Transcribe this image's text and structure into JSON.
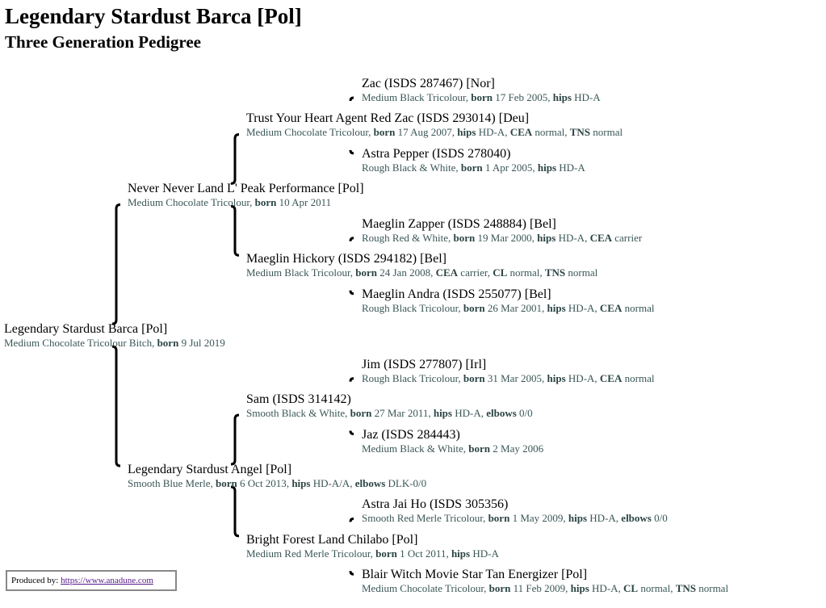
{
  "title": "Legendary Stardust Barca [Pol]",
  "subtitle": "Three Generation Pedigree",
  "dogs": [
    {
      "gen": 3,
      "name": "Zac (ISDS 287467) [Nor]",
      "colour": "Medium Black Tricolour",
      "facts": [
        [
          "born",
          "17 Feb 2005"
        ],
        [
          "hips",
          "HD-A"
        ]
      ]
    },
    {
      "gen": 2,
      "name": "Trust Your Heart Agent Red Zac (ISDS 293014) [Deu]",
      "colour": "Medium Chocolate Tricolour",
      "facts": [
        [
          "born",
          "17 Aug 2007"
        ],
        [
          "hips",
          "HD-A"
        ],
        [
          "CEA",
          "normal"
        ],
        [
          "TNS",
          "normal"
        ]
      ]
    },
    {
      "gen": 3,
      "name": "Astra Pepper (ISDS 278040)",
      "colour": "Rough Black & White",
      "facts": [
        [
          "born",
          "1 Apr 2005"
        ],
        [
          "hips",
          "HD-A"
        ]
      ]
    },
    {
      "gen": 1,
      "name": "Never Never Land L' Peak Performance [Pol]",
      "colour": "Medium Chocolate Tricolour",
      "facts": [
        [
          "born",
          "10 Apr 2011"
        ]
      ]
    },
    {
      "gen": 3,
      "name": "Maeglin Zapper (ISDS 248884) [Bel]",
      "colour": "Rough Red & White",
      "facts": [
        [
          "born",
          "19 Mar 2000"
        ],
        [
          "hips",
          "HD-A"
        ],
        [
          "CEA",
          "carrier"
        ]
      ]
    },
    {
      "gen": 2,
      "name": "Maeglin Hickory (ISDS 294182) [Bel]",
      "colour": "Medium Black Tricolour",
      "facts": [
        [
          "born",
          "24 Jan 2008"
        ],
        [
          "CEA",
          "carrier"
        ],
        [
          "CL",
          "normal"
        ],
        [
          "TNS",
          "normal"
        ]
      ]
    },
    {
      "gen": 3,
      "name": "Maeglin Andra (ISDS 255077) [Bel]",
      "colour": "Rough Black Tricolour",
      "facts": [
        [
          "born",
          "26 Mar 2001"
        ],
        [
          "hips",
          "HD-A"
        ],
        [
          "CEA",
          "normal"
        ]
      ]
    },
    {
      "gen": 0,
      "name": "Legendary Stardust Barca [Pol]",
      "colour": "Medium Chocolate Tricolour Bitch",
      "facts": [
        [
          "born",
          "9 Jul 2019"
        ]
      ]
    },
    {
      "gen": 3,
      "name": "Jim (ISDS 277807) [Irl]",
      "colour": "Rough Black Tricolour",
      "facts": [
        [
          "born",
          "31 Mar 2005"
        ],
        [
          "hips",
          "HD-A"
        ],
        [
          "CEA",
          "normal"
        ]
      ]
    },
    {
      "gen": 2,
      "name": "Sam (ISDS 314142)",
      "colour": "Smooth Black & White",
      "facts": [
        [
          "born",
          "27 Mar 2011"
        ],
        [
          "hips",
          "HD-A"
        ],
        [
          "elbows",
          "0/0"
        ]
      ]
    },
    {
      "gen": 3,
      "name": "Jaz (ISDS 284443)",
      "colour": "Medium Black & White",
      "facts": [
        [
          "born",
          "2 May 2006"
        ]
      ]
    },
    {
      "gen": 1,
      "name": "Legendary Stardust Angel [Pol]",
      "colour": "Smooth Blue Merle",
      "facts": [
        [
          "born",
          "6 Oct 2013"
        ],
        [
          "hips",
          "HD-A/A"
        ],
        [
          "elbows",
          "DLK-0/0"
        ]
      ]
    },
    {
      "gen": 3,
      "name": "Astra Jai Ho (ISDS 305356)",
      "colour": "Smooth Red Merle Tricolour",
      "facts": [
        [
          "born",
          "1 May 2009"
        ],
        [
          "hips",
          "HD-A"
        ],
        [
          "elbows",
          "0/0"
        ]
      ]
    },
    {
      "gen": 2,
      "name": "Bright Forest Land Chilabo [Pol]",
      "colour": "Medium Red Merle Tricolour",
      "facts": [
        [
          "born",
          "1 Oct 2011"
        ],
        [
          "hips",
          "HD-A"
        ]
      ]
    },
    {
      "gen": 3,
      "name": "Blair Witch Movie Star Tan Energizer [Pol]",
      "colour": "Medium Chocolate Tricolour",
      "facts": [
        [
          "born",
          "11 Feb 2009"
        ],
        [
          "hips",
          "HD-A"
        ],
        [
          "CL",
          "normal"
        ],
        [
          "TNS",
          "normal"
        ]
      ]
    }
  ],
  "footer": {
    "label": "Produced by:",
    "link": "https://www.anadune.com"
  }
}
